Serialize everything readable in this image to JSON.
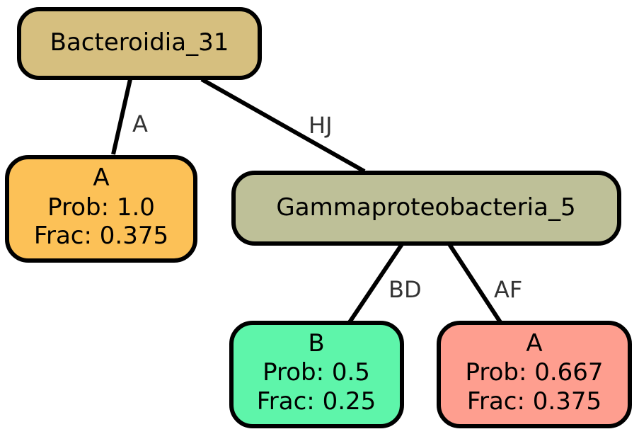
{
  "nodes": {
    "root": {
      "label": "Bacteroidia_31",
      "color": "#d6bf7f"
    },
    "leaf_a1": {
      "label": "A",
      "prob": "Prob: 1.0",
      "frac": "Frac: 0.375",
      "color": "#fcc157"
    },
    "gamma": {
      "label": "Gammaproteobacteria_5",
      "color": "#bec098"
    },
    "leaf_b": {
      "label": "B",
      "prob": "Prob: 0.5",
      "frac": "Frac: 0.25",
      "color": "#5ef5aa"
    },
    "leaf_a2": {
      "label": "A",
      "prob": "Prob: 0.667",
      "frac": "Frac: 0.375",
      "color": "#fe9e8f"
    }
  },
  "edges": {
    "root_to_a1": {
      "label": "A"
    },
    "root_to_gamma": {
      "label": "HJ"
    },
    "gamma_to_b": {
      "label": "BD"
    },
    "gamma_to_a2": {
      "label": "AF"
    }
  }
}
